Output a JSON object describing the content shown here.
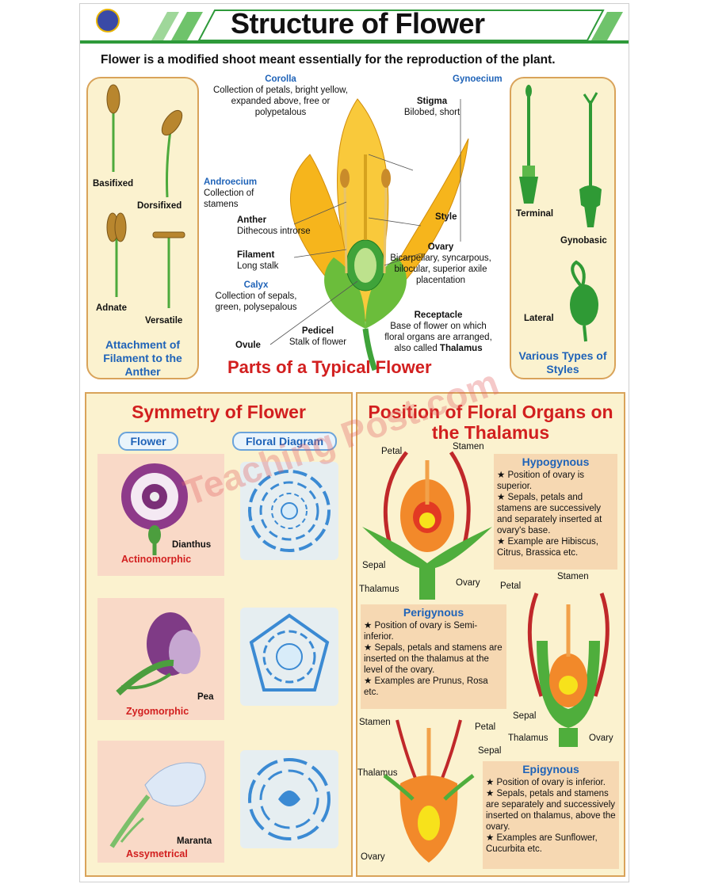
{
  "header": {
    "title": "Structure of Flower",
    "tagline": "Flower is a modified shoot meant essentially for the reproduction of the plant."
  },
  "attachment": {
    "items": [
      "Basifixed",
      "Dorsifixed",
      "Adnate",
      "Versatile"
    ],
    "caption": "Attachment of Filament to the Anther"
  },
  "typical": {
    "title": "Parts of a Typical Flower",
    "corolla": {
      "name": "Corolla",
      "desc": "Collection of petals, bright yellow, expanded above, free or polypetalous"
    },
    "androecium": {
      "name": "Androecium",
      "desc": "Collection of stamens"
    },
    "anther": {
      "name": "Anther",
      "desc": "Dithecous introrse"
    },
    "filament": {
      "name": "Filament",
      "desc": "Long stalk"
    },
    "calyx": {
      "name": "Calyx",
      "desc": "Collection of sepals, green, polysepalous"
    },
    "ovule": "Ovule",
    "pedicel": {
      "name": "Pedicel",
      "desc": "Stalk of flower"
    },
    "gynoecium": "Gynoecium",
    "stigma": {
      "name": "Stigma",
      "desc": "Bilobed, short"
    },
    "style": "Style",
    "ovary": {
      "name": "Ovary",
      "desc": "Bicarpellary, syncarpous, bilocular, superior axile placentation"
    },
    "receptacle": {
      "name": "Receptacle",
      "desc": "Base of flower on which floral organs are arranged, also called",
      "thalamus": "Thalamus"
    }
  },
  "styles": {
    "items": [
      "Terminal",
      "Gynobasic",
      "Lateral"
    ],
    "caption": "Various Types of Styles"
  },
  "symmetry": {
    "title": "Symmetry of Flower",
    "col1": "Flower",
    "col2": "Floral Diagram",
    "rows": [
      {
        "plant": "Dianthus",
        "type": "Actinomorphic"
      },
      {
        "plant": "Pea",
        "type": "Zygomorphic"
      },
      {
        "plant": "Maranta",
        "type": "Assymetrical"
      }
    ]
  },
  "position": {
    "title": "Position of Floral Organs on the Thalamus",
    "hypogynous": {
      "name": "Hypogynous",
      "points": [
        "Position of ovary is superior.",
        "Sepals, petals and stamens are successively and separately inserted at ovary's base.",
        "Example are Hibiscus, Citrus, Brassica etc."
      ]
    },
    "perigynous": {
      "name": "Perigynous",
      "points": [
        "Position of ovary is Semi-inferior.",
        "Sepals, petals and stamens are inserted on the thalamus at the level of the ovary.",
        "Examples are Prunus, Rosa etc."
      ]
    },
    "epigynous": {
      "name": "Epigynous",
      "points": [
        "Position of ovary is inferior.",
        "Sepals, petals and stamens are separately and successively inserted on thalamus, above the ovary.",
        "Examples are Sunflower, Cucurbita etc."
      ]
    },
    "labels": {
      "petal": "Petal",
      "stamen": "Stamen",
      "sepal": "Sepal",
      "thalamus": "Thalamus",
      "ovary": "Ovary"
    }
  },
  "watermark": "Teaching Post.com"
}
